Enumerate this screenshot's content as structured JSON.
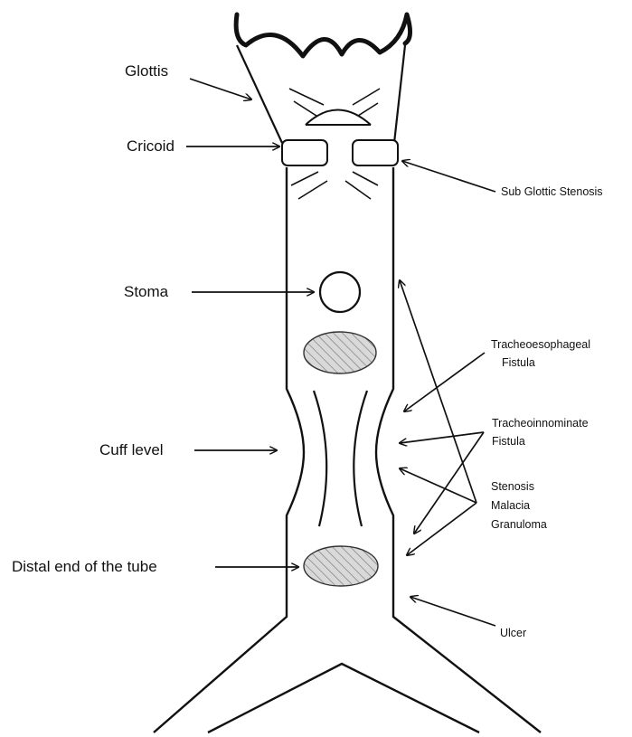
{
  "colors": {
    "ink": "#111111",
    "lesion_fill": "#d9d9d9",
    "background": "#ffffff"
  },
  "labels": {
    "glottis": "Glottis",
    "cricoid": "Cricoid",
    "stoma": "Stoma",
    "cuff_level": "Cuff level",
    "distal_end": "Distal end of the tube",
    "sub_glottic": "Sub Glottic Stenosis",
    "te_fistula_line1": "Tracheoesophageal",
    "te_fistula_line2": "Fistula",
    "ti_fistula_line1": "Tracheoinnominate",
    "ti_fistula_line2": "Fistula",
    "stenosis": "Stenosis",
    "malacia": "Malacia",
    "granuloma": "Granuloma",
    "ulcer": "Ulcer"
  }
}
